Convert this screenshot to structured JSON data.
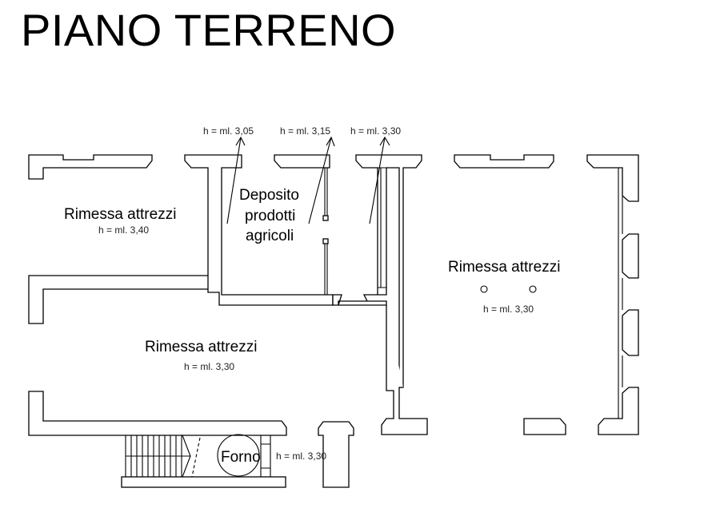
{
  "title": "PIANO TERRENO",
  "rooms": [
    {
      "name": "Rimessa attrezzi",
      "height": "h = ml. 3,40"
    },
    {
      "name_lines": [
        "Deposito",
        "prodotti",
        "agricoli"
      ]
    },
    {
      "name": "Rimessa attrezzi",
      "height": "h = ml. 3,30"
    },
    {
      "name": "Rimessa attrezzi",
      "height": "h = ml. 3,30"
    },
    {
      "name": "Forno",
      "height": "h = ml. 3,30"
    }
  ],
  "height_callouts": [
    "h = ml. 3,05",
    "h = ml. 3,15",
    "h = ml. 3,30"
  ]
}
